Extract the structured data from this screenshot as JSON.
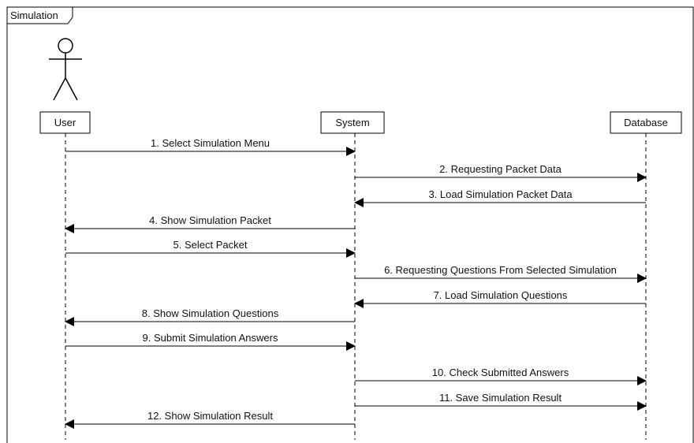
{
  "frame": {
    "label": "Simulation"
  },
  "participants": [
    {
      "id": "user",
      "label": "User",
      "is_actor": true
    },
    {
      "id": "system",
      "label": "System",
      "is_actor": false
    },
    {
      "id": "database",
      "label": "Database",
      "is_actor": false
    }
  ],
  "messages": [
    {
      "from": "user",
      "to": "system",
      "label": "1. Select Simulation Menu"
    },
    {
      "from": "system",
      "to": "database",
      "label": "2. Requesting Packet Data"
    },
    {
      "from": "database",
      "to": "system",
      "label": "3. Load Simulation Packet Data"
    },
    {
      "from": "system",
      "to": "user",
      "label": "4. Show Simulation Packet"
    },
    {
      "from": "user",
      "to": "system",
      "label": "5. Select Packet"
    },
    {
      "from": "system",
      "to": "database",
      "label": "6. Requesting Questions From Selected Simulation"
    },
    {
      "from": "database",
      "to": "system",
      "label": "7. Load Simulation Questions"
    },
    {
      "from": "system",
      "to": "user",
      "label": "8. Show Simulation Questions"
    },
    {
      "from": "user",
      "to": "system",
      "label": "9. Submit Simulation Answers"
    },
    {
      "from": "system",
      "to": "database",
      "label": "10. Check Submitted Answers"
    },
    {
      "from": "system",
      "to": "database",
      "label": "11. Save Simulation Result"
    },
    {
      "from": "system",
      "to": "user",
      "label": "12. Show Simulation Result"
    }
  ]
}
